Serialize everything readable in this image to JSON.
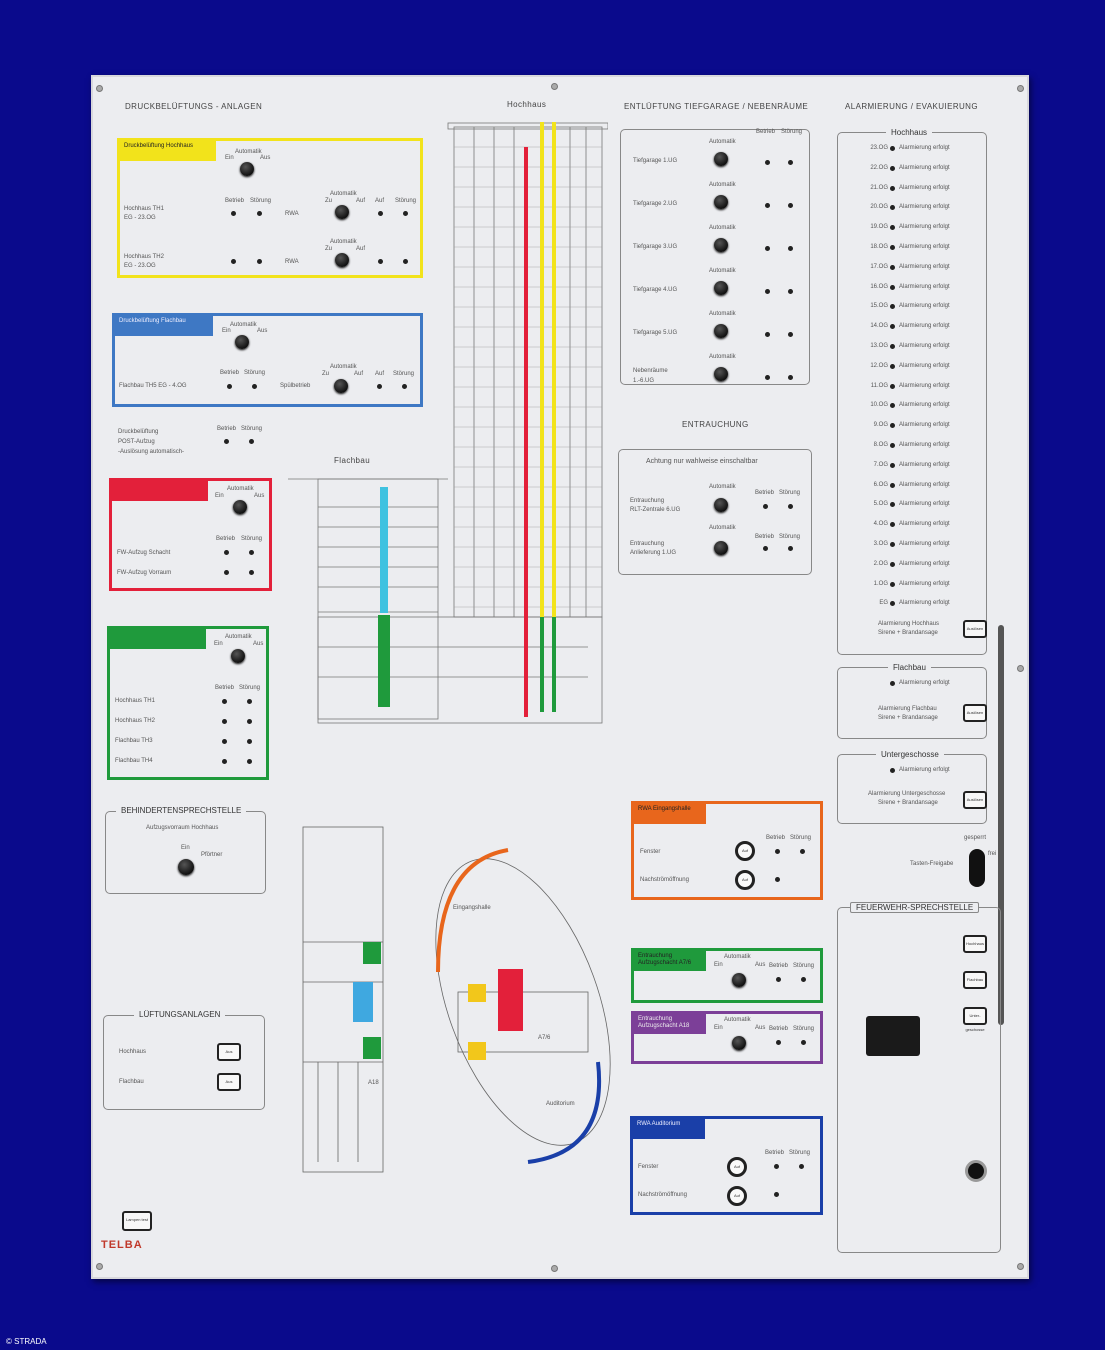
{
  "copyright": "© STRADA",
  "brand": "TELBA",
  "lamp_test": "Lampen test",
  "headings": {
    "druck": "DRUCKBELÜFTUNGS - ANLAGEN",
    "hochhaus": "Hochhaus",
    "entlueftung": "ENTLÜFTUNG TIEFGARAGE / NEBENRÄUME",
    "alarm": "ALARMIERUNG / EVAKUIERUNG",
    "entrauchung": "ENTRAUCHUNG",
    "flachbau": "Flachbau",
    "behindert": "BEHINDERTENSPRECHSTELLE",
    "lueftung": "LÜFTUNGSANLAGEN",
    "feuerwehr": "FEUERWEHR-SPRECHSTELLE",
    "eingangshalle": "Eingangshalle",
    "auditorium": "Auditorium"
  },
  "labels": {
    "automatik": "Automatik",
    "ein": "Ein",
    "aus": "Aus",
    "betrieb": "Betrieb",
    "stoerung": "Störung",
    "auf": "Auf",
    "zu": "Zu"
  },
  "druck_hochhaus": {
    "title": "Druckbelüftung Hochhaus",
    "row1a": "Hochhaus TH1",
    "row1b": "EG - 23.OG",
    "rwa1": "RWA",
    "row2a": "Hochhaus TH2",
    "row2b": "EG - 23.OG",
    "rwa2": "RWA"
  },
  "druck_flachbau": {
    "title": "Druckbelüftung Flachbau",
    "row": "Flachbau TH5 EG - 4.OG",
    "spuel": "Spülbetrieb"
  },
  "post": {
    "l1": "Druckbelüftung",
    "l2": "POST-Aufzug",
    "l3": "-Auslösung automatisch-"
  },
  "fw_aufzug": {
    "r1": "FW-Aufzug Schacht",
    "r2": "FW-Aufzug Vorraum"
  },
  "treppen": {
    "r1": "Hochhaus TH1",
    "r2": "Hochhaus TH2",
    "r3": "Flachbau TH3",
    "r4": "Flachbau TH4"
  },
  "tiefgarage": [
    "Tiefgarage 1.UG",
    "Tiefgarage 2.UG",
    "Tiefgarage 3.UG",
    "Tiefgarage 4.UG",
    "Tiefgarage 5.UG"
  ],
  "nebenraeume": {
    "l1": "Nebenräume",
    "l2": "1.-6.UG"
  },
  "entrauchung_box": {
    "note": "Achtung nur wahlweise einschaltbar",
    "r1a": "Entrauchung",
    "r1b": "RLT-Zentrale 6.UG",
    "r2a": "Entrauchung",
    "r2b": "Anlieferung 1.UG"
  },
  "alarm_floors": [
    "23.OG",
    "22.OG",
    "21.OG",
    "20.OG",
    "19.OG",
    "18.OG",
    "17.OG",
    "16.OG",
    "15.OG",
    "14.OG",
    "13.OG",
    "12.OG",
    "11.OG",
    "10.OG",
    "9.OG",
    "8.OG",
    "7.OG",
    "6.OG",
    "5.OG",
    "4.OG",
    "3.OG",
    "2.OG",
    "1.OG",
    "EG"
  ],
  "alarm_text": "Alarmierung erfolgt",
  "alarm_hochhaus": {
    "l1": "Alarmierung Hochhaus",
    "l2": "Sirene + Brandansage"
  },
  "alarm_flachbau": {
    "l1": "Alarmierung Flachbau",
    "l2": "Sirene + Brandansage"
  },
  "untergeschosse": {
    "title": "Untergeschosse",
    "l1": "Alarmierung Untergeschosse",
    "l2": "Sirene + Brandansage"
  },
  "freigabe": {
    "gesperrt": "gesperrt",
    "frei": "frei",
    "label": "Tasten-Freigabe"
  },
  "behindert": {
    "sub": "Aufzugsvorraum Hochhaus",
    "pfoertner": "Pförtner"
  },
  "lueftung": {
    "r1": "Hochhaus",
    "r2": "Flachbau"
  },
  "rwa_eingang": {
    "title": "RWA Eingangshalle",
    "r1": "Fenster",
    "r2": "Nachströmöffnung"
  },
  "a76": {
    "l1": "Entrauchung",
    "l2": "Aufzugschacht A7/6"
  },
  "a18": {
    "l1": "Entrauchung",
    "l2": "Aufzugschacht A18"
  },
  "rwa_audi": {
    "title": "RWA Auditorium",
    "r1": "Fenster",
    "r2": "Nachströmöffnung"
  },
  "plan_labels": {
    "a18": "A18",
    "a76": "A7/6"
  },
  "colors": {
    "yellow": "#f2e31b",
    "blue": "#3e78c4",
    "red": "#e3203a",
    "green": "#1f9a3c",
    "orange": "#e8661c",
    "purple": "#7c3f98",
    "navy": "#1a3fa8",
    "cyan": "#3fc2e0"
  }
}
